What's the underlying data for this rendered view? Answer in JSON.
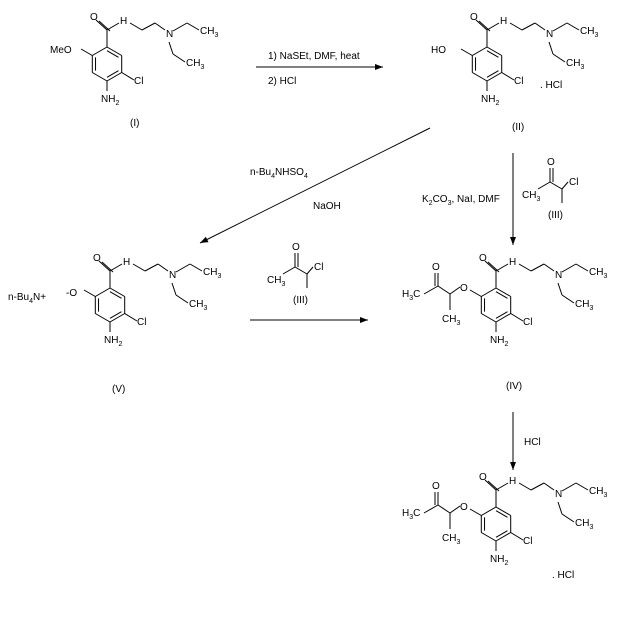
{
  "compounds": {
    "I": {
      "label": "(I)",
      "ortho": "MeO",
      "cl": "Cl",
      "nh2": [
        "NH",
        "2"
      ],
      "nh": "H",
      "n": "N",
      "salt": ""
    },
    "II": {
      "label": "(II)",
      "ortho": "HO",
      "cl": "Cl",
      "nh2": [
        "NH",
        "2"
      ],
      "nh": "H",
      "n": "N",
      "salt": ". HCl"
    },
    "V": {
      "label": "(V)",
      "ortho": "-O",
      "counterion": [
        "n-Bu",
        "4",
        "N+"
      ],
      "cl": "Cl",
      "nh2": [
        "NH",
        "2"
      ],
      "nh": "H",
      "n": "N",
      "salt": ""
    },
    "IV": {
      "label": "(IV)",
      "ortho": "O",
      "cl": "Cl",
      "nh2": [
        "NH",
        "2"
      ],
      "nh": "H",
      "n": "N",
      "salt": ""
    },
    "final": {
      "label": "",
      "ortho": "O",
      "cl": "Cl",
      "nh2": [
        "NH",
        "2"
      ],
      "nh": "H",
      "n": "N",
      "salt": ". HCl"
    }
  },
  "groups": {
    "ch3": [
      "CH",
      "3"
    ],
    "h3c": [
      "H",
      "3",
      "C"
    ],
    "o": "O",
    "cl": "Cl"
  },
  "reagent_III": {
    "label": "(III)"
  },
  "steps": {
    "step1": {
      "line1": "1) NaSEt, DMF, heat",
      "line2": "2) HCl"
    },
    "step2": {
      "line1": [
        "n-Bu",
        "4",
        "NHSO",
        "4"
      ],
      "line2": "NaOH"
    },
    "step3": {
      "line1": [
        "K",
        "2",
        "CO",
        "3",
        ", NaI, DMF"
      ]
    },
    "step4": {
      "line1": "HCl"
    }
  }
}
